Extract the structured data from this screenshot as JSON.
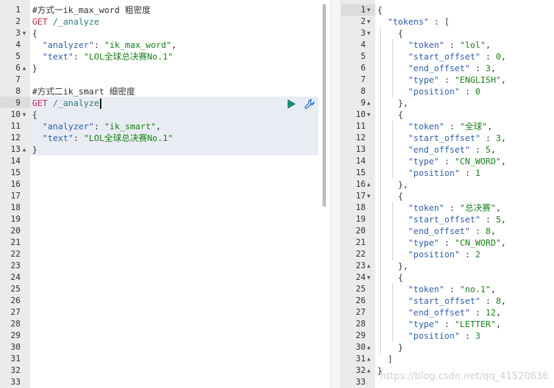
{
  "left_editor": {
    "line_numbers": [
      "1",
      "2",
      "3",
      "4",
      "5",
      "6",
      "7",
      "8",
      "9",
      "10",
      "11",
      "12",
      "13",
      "14",
      "15",
      "16",
      "17",
      "18",
      "19",
      "20",
      "21",
      "22",
      "23",
      "24",
      "25",
      "26",
      "27",
      "28",
      "29",
      "30",
      "31",
      "32",
      "33"
    ],
    "lines": {
      "l1": "#方式一ik_max_word 粗密度",
      "l2_method": "GET",
      "l2_url": " /_analyze",
      "l3": "{",
      "l4_key": "  \"analyzer\"",
      "l4_val": "\"ik_max_word\"",
      "l5_key": "  \"text\"",
      "l5_val": "\"LOL全球总决赛No.1\"",
      "l6": "}",
      "l8": "#方式二ik_smart 细密度",
      "l9_method": "GET",
      "l9_url": " /_analyze",
      "l10": "{",
      "l11_key": "  \"analyzer\"",
      "l11_val": "\"ik_smart\"",
      "l12_key": "  \"text\"",
      "l12_val": "\"LOL全球总决赛No.1\"",
      "l13": "}"
    }
  },
  "right_editor": {
    "line_numbers": [
      "1",
      "2",
      "3",
      "4",
      "5",
      "6",
      "7",
      "8",
      "9",
      "10",
      "11",
      "12",
      "13",
      "14",
      "15",
      "16",
      "17",
      "18",
      "19",
      "20",
      "21",
      "22",
      "23",
      "24",
      "25",
      "26",
      "27",
      "28",
      "29",
      "30",
      "31",
      "32",
      "33"
    ],
    "tokens_key": "\"tokens\"",
    "tokens": [
      {
        "token": "\"lol\"",
        "start_offset": "0",
        "end_offset": "3",
        "type": "\"ENGLISH\"",
        "position": "0"
      },
      {
        "token": "\"全球\"",
        "start_offset": "3",
        "end_offset": "5",
        "type": "\"CN_WORD\"",
        "position": "1"
      },
      {
        "token": "\"总决赛\"",
        "start_offset": "5",
        "end_offset": "8",
        "type": "\"CN_WORD\"",
        "position": "2"
      },
      {
        "token": "\"no.1\"",
        "start_offset": "8",
        "end_offset": "12",
        "type": "\"LETTER\"",
        "position": "3"
      }
    ]
  },
  "watermark": "https://blog.csdn.net/qq_41520636",
  "icons": {
    "run": "play-icon",
    "settings": "wrench-icon"
  }
}
